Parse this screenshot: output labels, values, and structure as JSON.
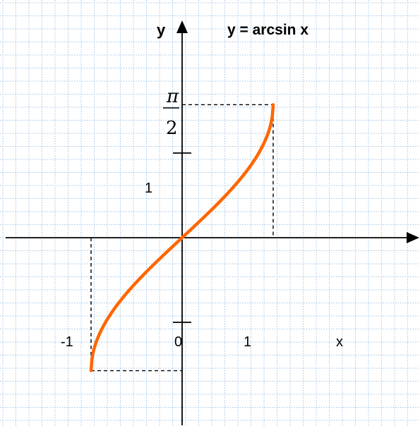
{
  "chart_data": {
    "type": "line",
    "title": "y = arcsin x",
    "xlabel": "x",
    "ylabel": "y",
    "x_ticks": [
      "-1",
      "0",
      "1"
    ],
    "y_ticks": [
      "1"
    ],
    "half_pi_label": {
      "numerator": "π",
      "denominator": "2"
    },
    "xlim": [
      -1.55,
      2.44
    ],
    "ylim": [
      -2.05,
      2.38
    ],
    "grid": true,
    "series": [
      {
        "x": [
          -1,
          -0.9,
          -0.75,
          -0.5,
          -0.25,
          0,
          0.25,
          0.5,
          0.75,
          0.9,
          1
        ],
        "y": [
          -1.571,
          -1.12,
          -0.848,
          -0.524,
          -0.253,
          0,
          0.253,
          0.524,
          0.848,
          1.12,
          1.571
        ]
      }
    ],
    "colors": {
      "curve": "#ff6600",
      "grid": "#9ec5e8",
      "axis": "#000000"
    }
  }
}
